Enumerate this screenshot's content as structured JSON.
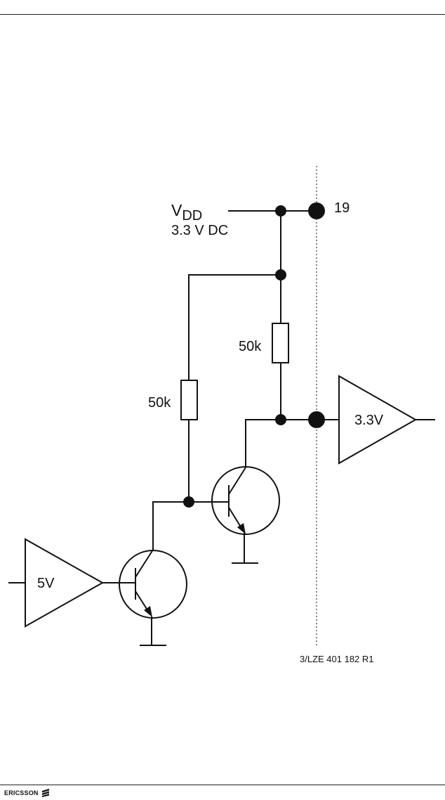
{
  "diagram": {
    "supply": {
      "label": "V",
      "subscript": "DD",
      "voltage": "3.3 V DC"
    },
    "pin_number": "19",
    "resistor_1": "50k",
    "resistor_2": "50k",
    "input_buffer": "5V",
    "output_buffer": "3.3V",
    "drawing_ref": "3/LZE 401 182 R1"
  },
  "footer": {
    "brand": "ERICSSON",
    "logo_icon": "ericsson-logo-icon"
  }
}
